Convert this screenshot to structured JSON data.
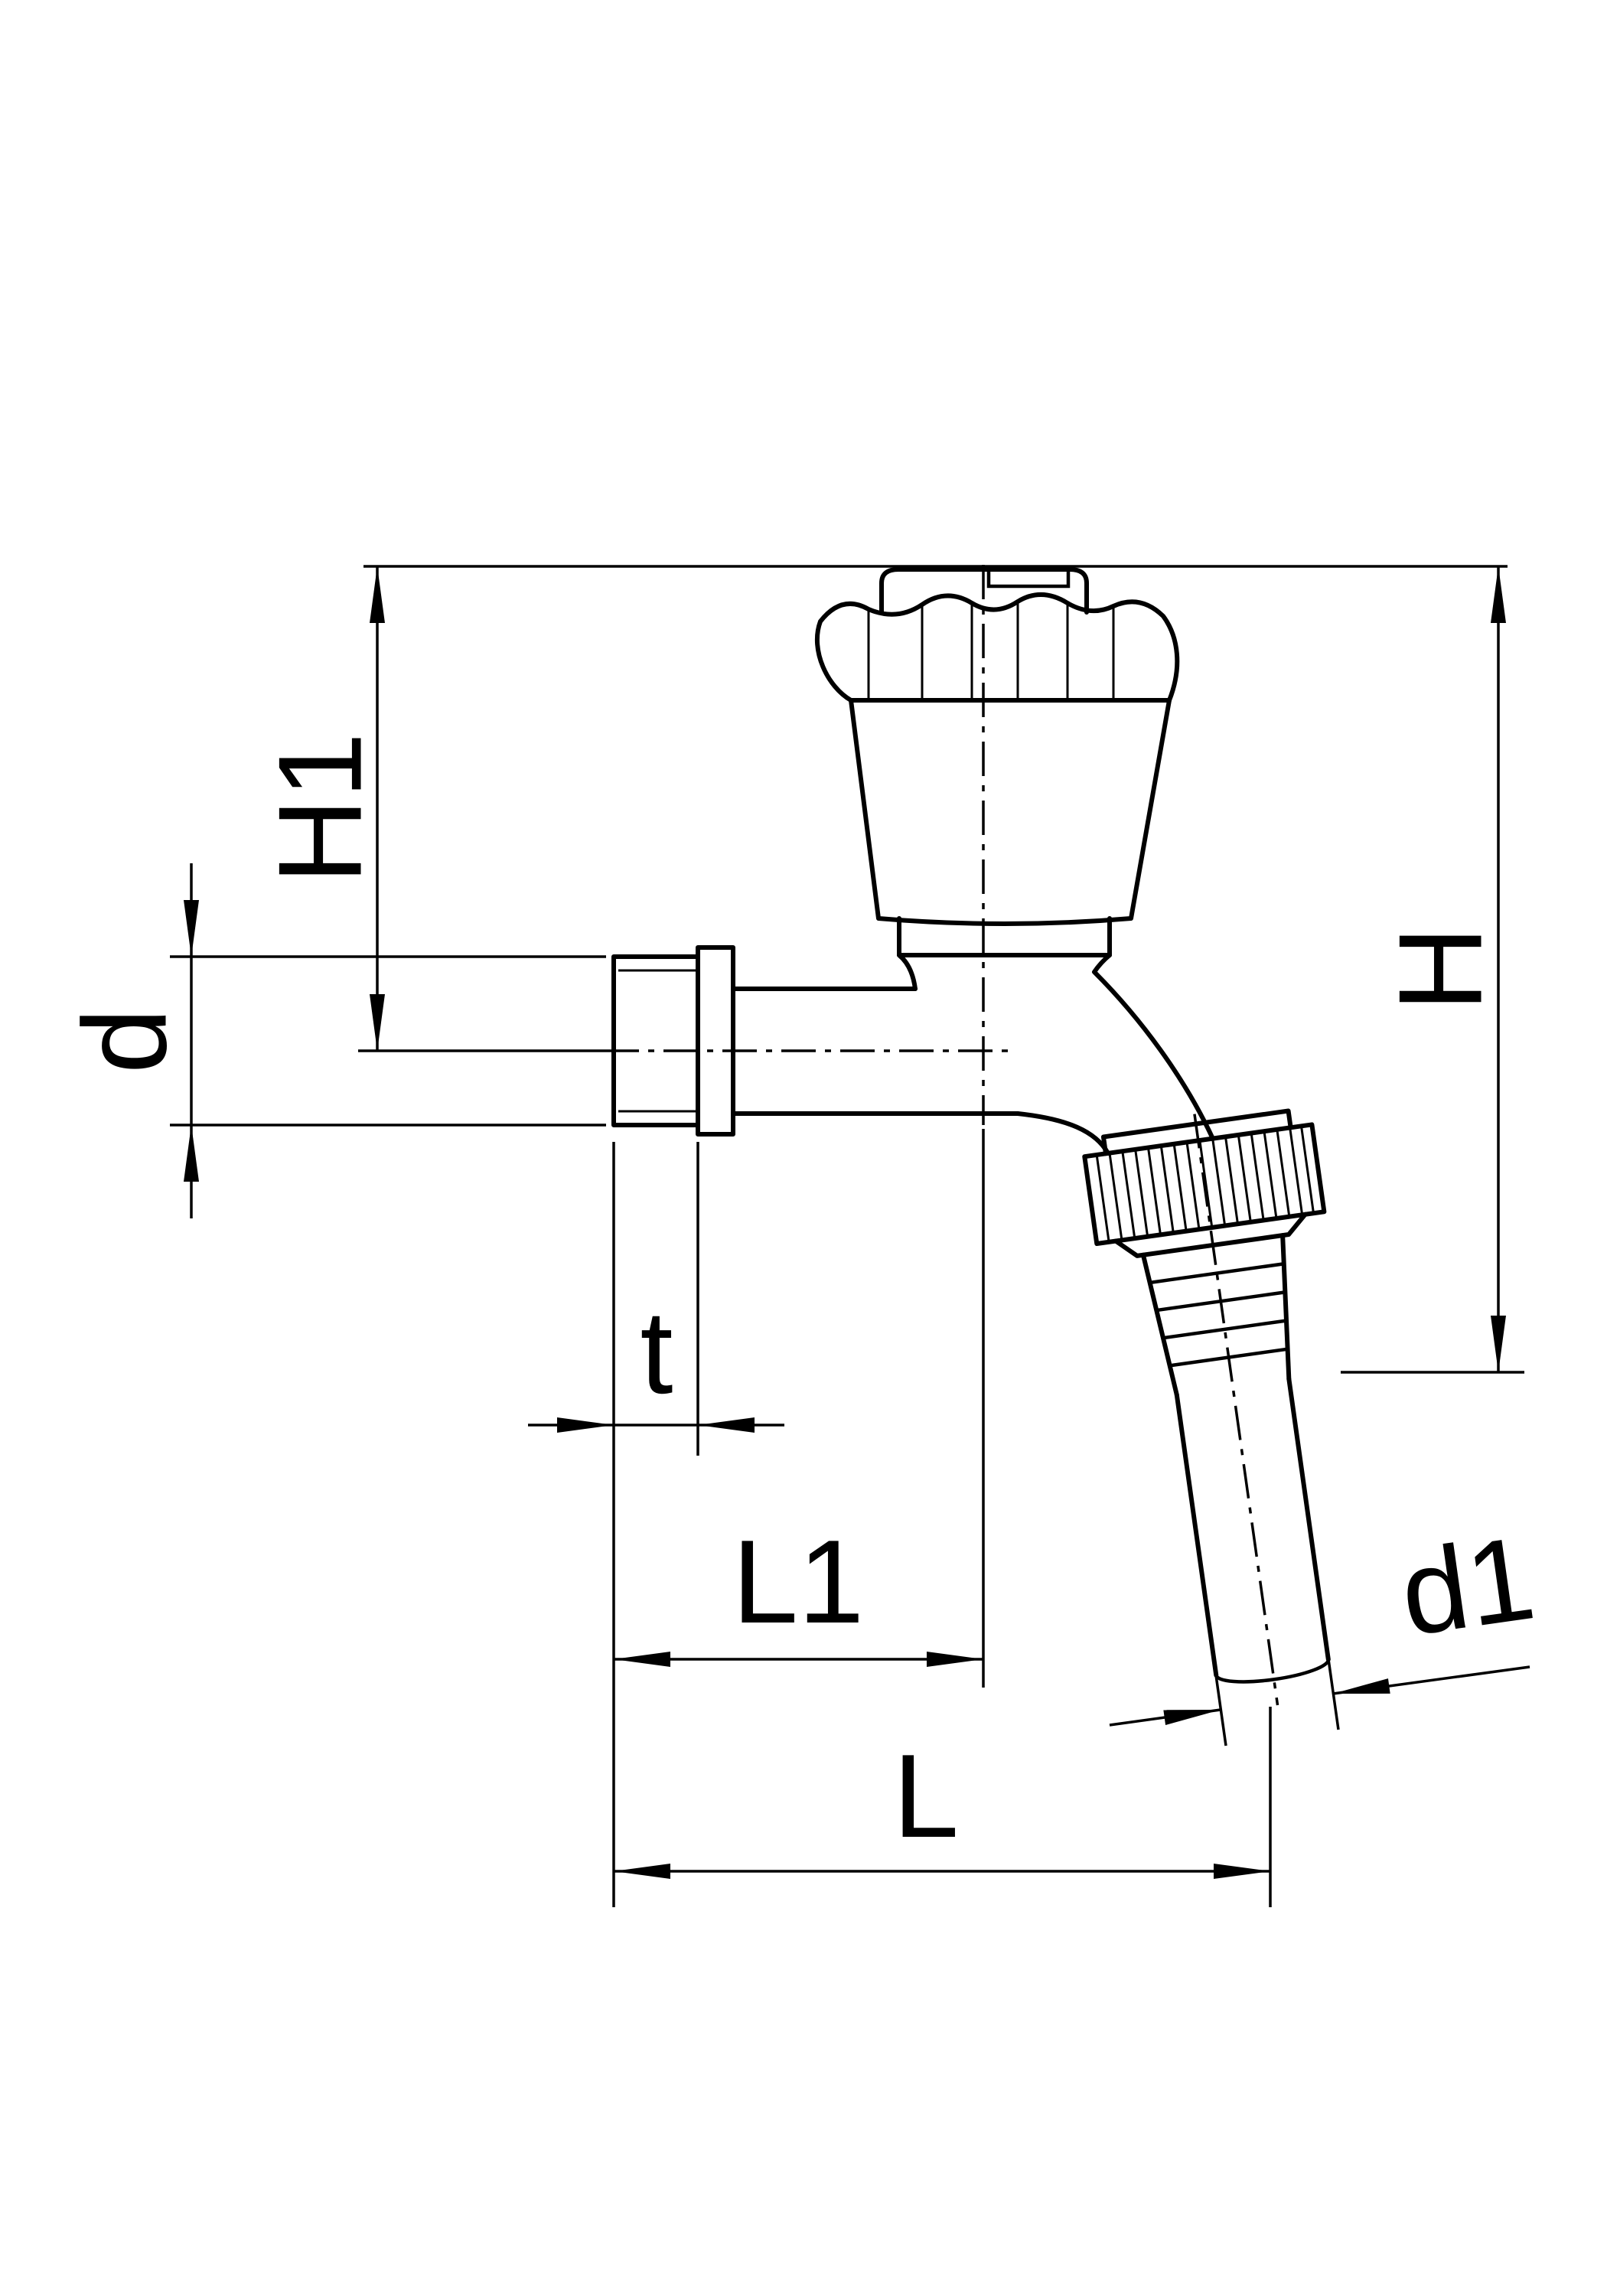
{
  "drawing": {
    "type": "technical-dimension-drawing",
    "subject": "outdoor tap (bibcock) with hose union outlet",
    "background_color": "#ffffff",
    "line_color": "#000000",
    "dimension_labels": {
      "h1": "H1",
      "d": "d",
      "h": "H",
      "t": "t",
      "l1": "L1",
      "l": "L",
      "d1": "d1"
    }
  }
}
